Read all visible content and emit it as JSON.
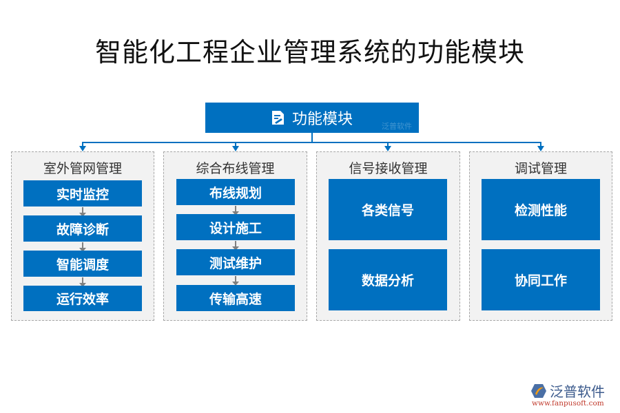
{
  "title": "智能化工程企业管理系统的功能模块",
  "root": {
    "label": "功能模块",
    "icon": "document-edit-icon",
    "watermark": "泛普软件"
  },
  "groups": [
    {
      "title": "室外管网管理",
      "items": [
        "实时监控",
        "故障诊断",
        "智能调度",
        "运行效率"
      ]
    },
    {
      "title": "综合布线管理",
      "items": [
        "布线规划",
        "设计施工",
        "测试维护",
        "传输高速"
      ]
    },
    {
      "title": "信号接收管理",
      "items": [
        "各类信号",
        "数据分析"
      ]
    },
    {
      "title": "调试管理",
      "items": [
        "检测性能",
        "协同工作"
      ]
    }
  ],
  "logo": {
    "brand": "泛普软件",
    "url": "www.fanpusoft.com"
  },
  "colors": {
    "primary": "#0070c0",
    "group_bg": "#f2f2f2",
    "group_border": "#a6a6a6",
    "sub_arrow": "#808080"
  }
}
